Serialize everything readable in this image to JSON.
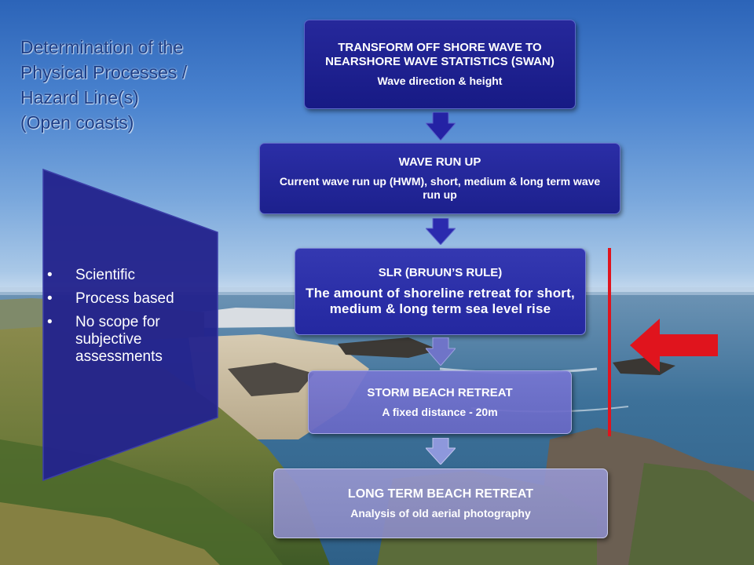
{
  "title_lines": [
    "Determination of the",
    "Physical Processes /",
    "Hazard Line(s)",
    "(Open coasts)"
  ],
  "bullets": [
    "Scientific",
    "Process based",
    "No scope for subjective assessments"
  ],
  "flow": [
    {
      "head": "TRANSFORM  OFF SHORE WAVE TO NEARSHORE WAVE STATISTICS (SWAN)",
      "sub": "Wave direction & height"
    },
    {
      "head": "WAVE RUN UP",
      "sub": "Current wave run up (HWM), short, medium & long term  wave run up"
    },
    {
      "head": "SLR (BRUUN’S RULE)",
      "sub": "The amount of shoreline retreat for short, medium & long term sea level rise"
    },
    {
      "head": "STORM BEACH RETREAT",
      "sub": "A fixed distance - 20m"
    },
    {
      "head": "LONG TERM BEACH RETREAT",
      "sub": "Analysis of old aerial photography"
    }
  ],
  "colors": {
    "title": "#1e3e86",
    "panel": "#23238c",
    "arrow_dark": "#2422a4",
    "arrow_light": "#8e98dc",
    "highlight": "#e0141d"
  },
  "icons": [
    "down-arrow-icon",
    "left-arrow-icon",
    "bullet-dot-icon"
  ]
}
